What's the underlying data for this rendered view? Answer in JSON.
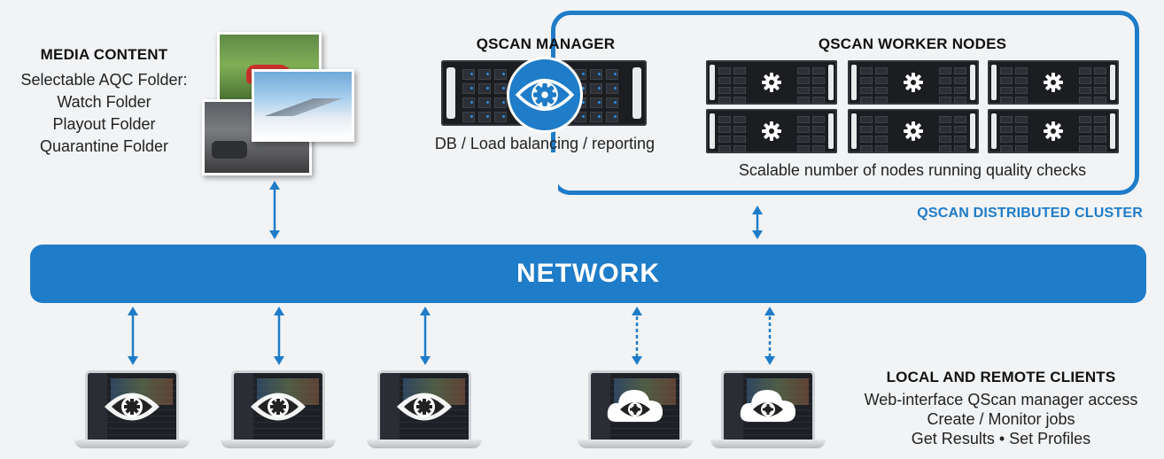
{
  "media": {
    "title": "MEDIA CONTENT",
    "lines": [
      "Selectable AQC Folder:",
      "Watch Folder",
      "Playout Folder",
      "Quarantine Folder"
    ]
  },
  "manager": {
    "title": "QSCAN MANAGER",
    "subtitle": "DB / Load balancing / reporting"
  },
  "workers": {
    "title": "QSCAN WORKER NODES",
    "caption": "Scalable number of nodes running quality checks"
  },
  "cluster": {
    "label": "QSCAN DISTRIBUTED CLUSTER"
  },
  "network": {
    "label": "NETWORK"
  },
  "clients": {
    "title": "LOCAL AND REMOTE CLIENTS",
    "lines": [
      "Web-interface QScan manager access",
      "Create / Monitor jobs",
      "Get Results • Set Profiles"
    ]
  },
  "colors": {
    "accent": "#1f7cc8",
    "background": "#f1f3f5",
    "server": "#1b1d21"
  },
  "icons": {
    "manager_logo": "eye-gear-icon",
    "node_logo": "gear-icon",
    "local_client": "eye-gear-icon",
    "remote_client": "cloud-eye-gear-icon"
  }
}
